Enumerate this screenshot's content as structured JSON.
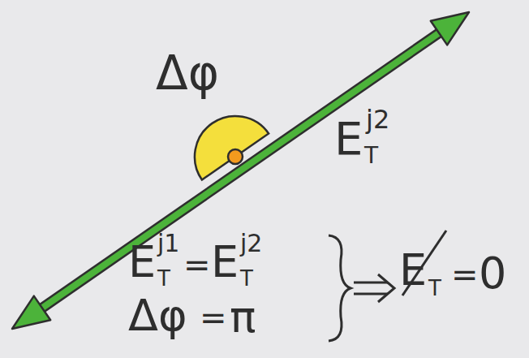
{
  "diagram": {
    "labels": [
      "Δφ",
      "E",
      "j2",
      "T",
      "E",
      "j1",
      "T",
      "=",
      "E",
      "j2",
      "T",
      "Δφ",
      "=",
      "π",
      "E",
      "T",
      "=",
      "0"
    ]
  }
}
